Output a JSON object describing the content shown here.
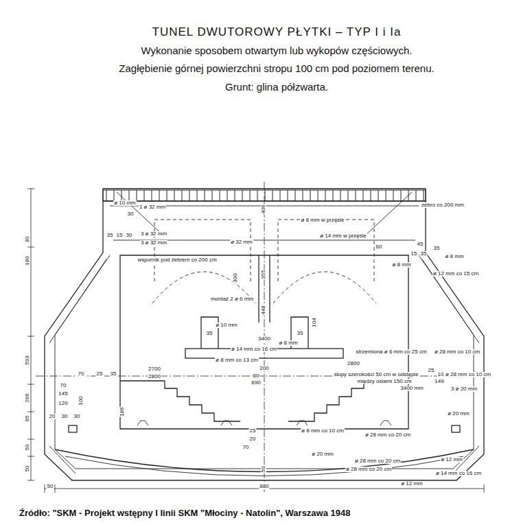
{
  "diagram": {
    "title": "TUNEL DWUTOROWY PŁYTKI – TYP I i Ia",
    "caption": "Źródło: \"SKM - Projekt wstępny I linii SKM \"Młociny - Natolin\", Warszawa 1948",
    "labels": [
      "Wykonanie sposobem otwartym lub wykopów częściowych.",
      "Zagłębienie górnej powierzchni stropu 100 cm pod poziomem terenu.",
      "Grunt: glina półzwarta.",
      "ø 10 mm",
      "1 ø 32 mm",
      "30",
      "zebro co 200 mm",
      "ø 8 mm w przęśle",
      "35",
      "15",
      "30",
      "3 ø 32 mm",
      "3 ø 32 mm",
      "ø 32 mm",
      "ø 14 mm w przęśle",
      "60",
      "45",
      "35",
      "15",
      "35",
      "ø 8 mm",
      "ø 8 mm",
      "wspornik pod żebrem co 200 cm",
      "ø 12 mm co 15 cm",
      "300",
      "406",
      "355",
      "448",
      "180",
      "30",
      "montaż 2 ø 6 mm",
      "ø 10 mm",
      "35",
      "35",
      "104",
      "3400",
      "ø 8 mm",
      "ø 14 mm co 16 cm",
      "ø 8 mm co 13 cm",
      "200",
      "strzemiona ø 6 mm co 25 cm",
      "ø 28 mm co 10 cm",
      "2700",
      "2800",
      "2800",
      "60",
      "690",
      "słupy szerokości 50 cm w odstępie",
      "między osiami 150 cm",
      "3400 mm",
      "25",
      "10",
      "149",
      "ø 28 mm co 10 cm",
      "3 ø 20 mm",
      "ø 20 mm",
      "70",
      "25",
      "35",
      "70",
      "145",
      "100",
      "120",
      "186",
      "20",
      "30",
      "30",
      "593",
      "266",
      "95",
      "50",
      "50",
      "50",
      "880",
      "ø 8 mm co 10 cm",
      "ø 28 mm co 20 cm",
      "ø 20 mm",
      "ø 28 mm co 20 cm",
      "ø 28 mm co 20 cm",
      "ø 12 mm",
      "ø 14 mm co 16 cm",
      "ø 12 mm",
      "70",
      "20",
      "25",
      "50"
    ]
  }
}
